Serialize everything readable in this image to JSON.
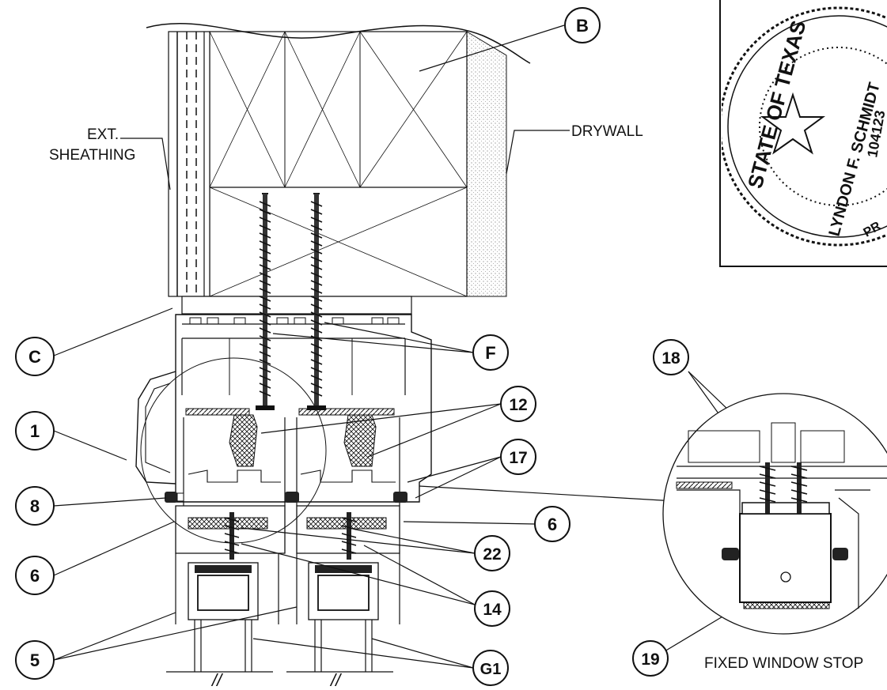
{
  "callouts": {
    "B": "B",
    "C": "C",
    "F": "F",
    "n1": "1",
    "n12": "12",
    "n17": "17",
    "n8": "8",
    "n6a": "6",
    "n6b": "6",
    "n22": "22",
    "n14": "14",
    "n5": "5",
    "G1": "G1",
    "n18": "18",
    "n19": "19"
  },
  "notes": {
    "ext_line1": "EXT.",
    "ext_line2": "SHEATHING",
    "drywall": "DRYWALL",
    "fixed_stop": "FIXED WINDOW STOP",
    "break1": "//",
    "break2": "//"
  },
  "seal": {
    "ring_text": "STATE OF TEXAS",
    "name": "LYNDON F. SCHMIDT",
    "license": "104123",
    "bottom": "PR"
  }
}
